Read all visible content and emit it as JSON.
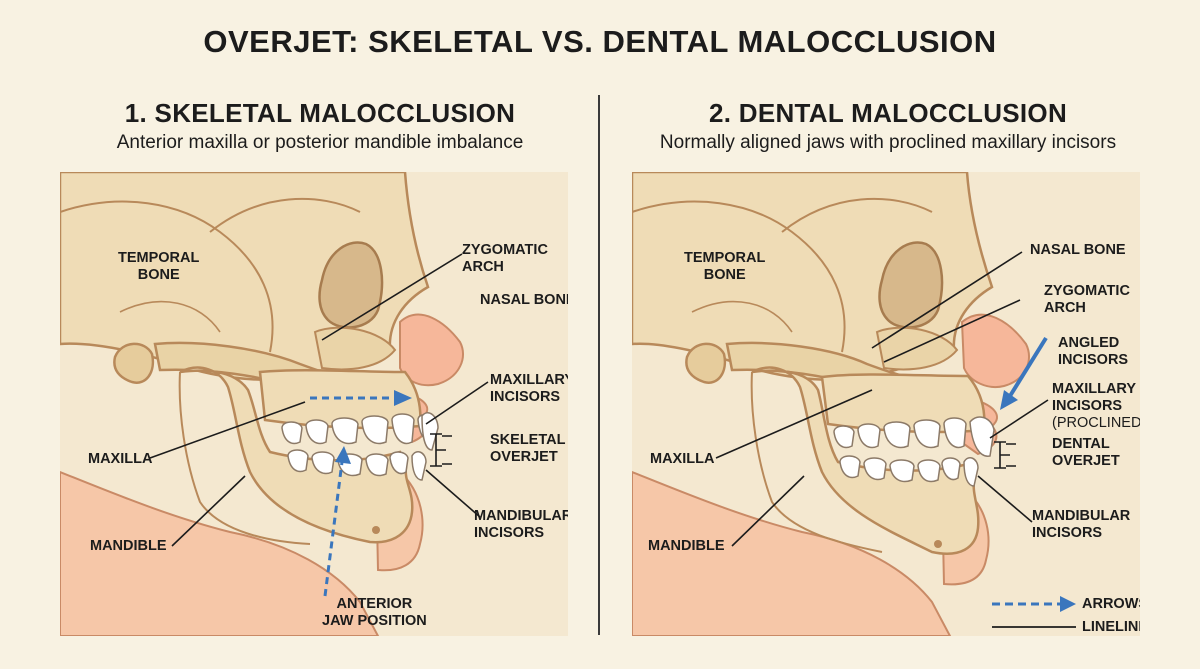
{
  "title": "OVERJET: SKELETAL VS. DENTAL MALOCCLUSION",
  "left": {
    "heading": "1. SKELETAL MALOCCLUSION",
    "subtitle": "Anterior maxilla or posterior mandible imbalance",
    "labels": {
      "temporal_1": "TEMPORAL",
      "temporal_2": "BONE",
      "zygomatic_1": "ZYGOMATIC",
      "zygomatic_2": "ARCH",
      "nasal": "NASAL BONE",
      "maxillary_1": "MAXILLARY",
      "maxillary_2": "INCISORS",
      "skeletal_1": "SKELETAL",
      "skeletal_2": "OVERJET",
      "maxilla": "MAXILLA",
      "mandible": "MANDIBLE",
      "mandibular_1": "MANDIBULAR",
      "mandibular_2": "INCISORS",
      "anterior_1": "ANTERIOR",
      "anterior_2": "JAW POSITION"
    }
  },
  "right": {
    "heading": "2. DENTAL MALOCCLUSION",
    "subtitle": "Normally aligned jaws with proclined maxillary incisors",
    "labels": {
      "temporal_1": "TEMPORAL",
      "temporal_2": "BONE",
      "nasal": "NASAL BONE",
      "zygomatic_1": "ZYGOMATIC",
      "zygomatic_2": "ARCH",
      "angled_1": "ANGLED",
      "angled_2": "INCISORS",
      "maxillary_1": "MAXILLARY",
      "maxillary_2": "INCISORS",
      "maxillary_3": "(PROCLINED)",
      "dental_1": "DENTAL",
      "dental_2": "OVERJET",
      "maxilla": "MAXILLA",
      "mandible": "MANDIBLE",
      "mandibular_1": "MANDIBULAR",
      "mandibular_2": "INCISORS"
    }
  },
  "legend": {
    "arrows": "ARROWS",
    "lineline": "LINELINE"
  },
  "colors": {
    "background": "#f8f2e2",
    "bone": "#efdcb6",
    "bone_outline": "#b8895a",
    "skin": "#f6c7a8",
    "skin_outline": "#c98a66",
    "tooth": "#ffffff",
    "arrow": "#3a76bd"
  }
}
